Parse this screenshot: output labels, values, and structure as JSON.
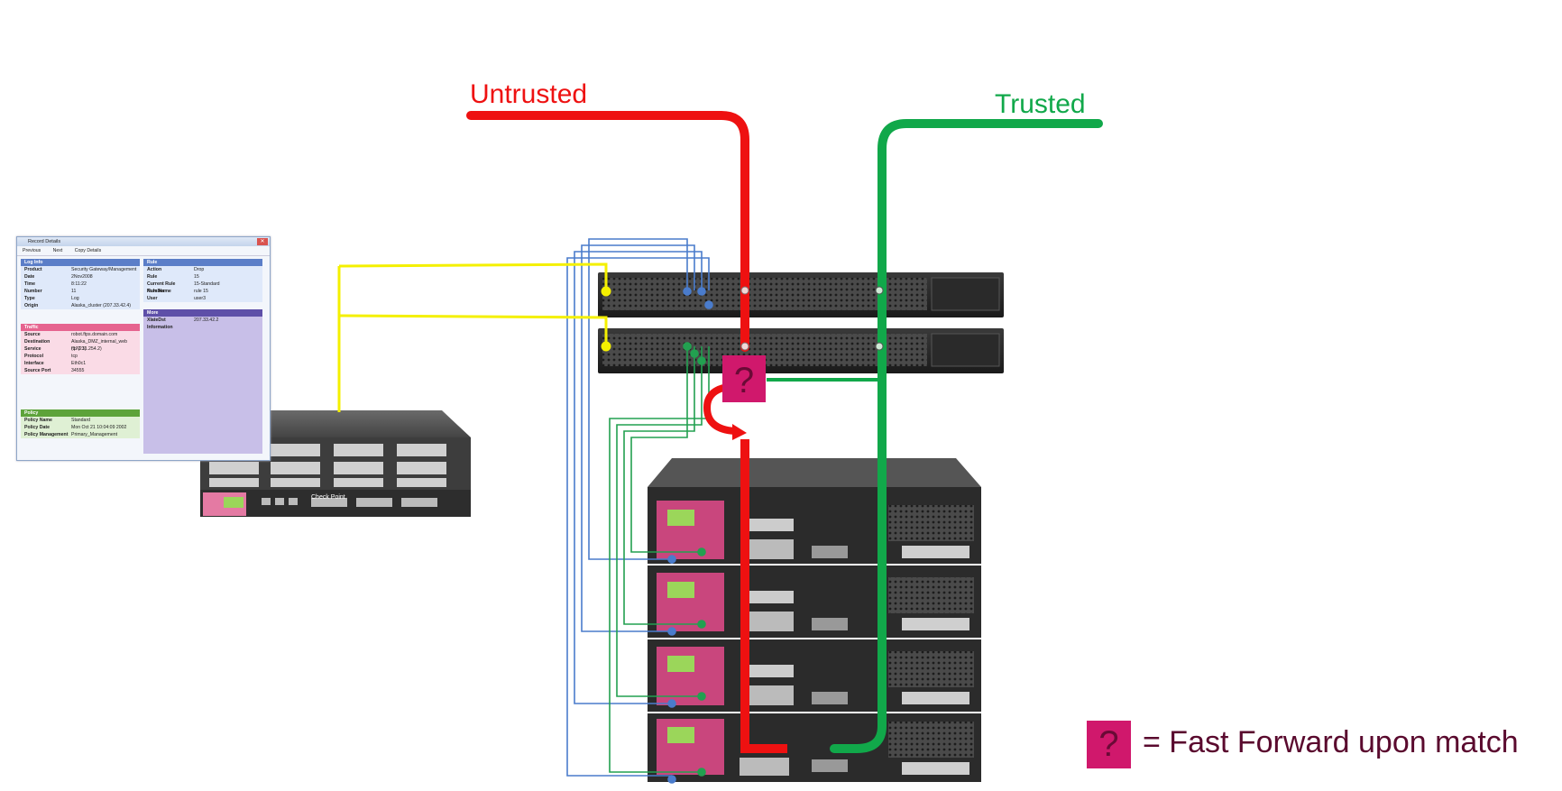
{
  "labels": {
    "untrusted": "Untrusted",
    "trusted": "Trusted"
  },
  "legend": {
    "symbol": "?",
    "text": "= Fast Forward upon match"
  },
  "colors": {
    "untrusted": "#ee1111",
    "trusted": "#11a84a",
    "log_link": "#f4f000",
    "blue_links": "#4a7ccc",
    "green_links": "#22a050",
    "match_box": "#d0186c"
  },
  "log_window": {
    "title": "Record Details",
    "toolbar": [
      "Previous",
      "Next",
      "Copy Details"
    ],
    "log_info": {
      "header": "Log Info",
      "rows": [
        {
          "k": "Product",
          "v": "Security Gateway/Management"
        },
        {
          "k": "Date",
          "v": "2Nov2008"
        },
        {
          "k": "Time",
          "v": "8:11:22"
        },
        {
          "k": "Number",
          "v": "11"
        },
        {
          "k": "Type",
          "v": "Log"
        },
        {
          "k": "Origin",
          "v": "Alaska_cluster (207.33.42.4)"
        }
      ]
    },
    "traffic": {
      "header": "Traffic",
      "rows": [
        {
          "k": "Source",
          "v": "robot.ftps.domain.com"
        },
        {
          "k": "Destination",
          "v": "Alaska_DMZ_internal_web (172.31.254.2)"
        },
        {
          "k": "Service",
          "v": "ftp (21)"
        },
        {
          "k": "Protocol",
          "v": "tcp"
        },
        {
          "k": "Interface",
          "v": "Eth0c1"
        },
        {
          "k": "Source Port",
          "v": "34555"
        }
      ]
    },
    "policy": {
      "header": "Policy",
      "rows": [
        {
          "k": "Policy Name",
          "v": "Standard"
        },
        {
          "k": "Policy Date",
          "v": "Mon Oct 21 10:04:09 2002"
        },
        {
          "k": "Policy Management",
          "v": "Primary_Management"
        }
      ]
    },
    "rule": {
      "header": "Rule",
      "rows": [
        {
          "k": "Action",
          "v": "Drop"
        },
        {
          "k": "Rule",
          "v": "15"
        },
        {
          "k": "Current Rule Number",
          "v": "15-Standard"
        },
        {
          "k": "Rule Name",
          "v": "rule 15"
        },
        {
          "k": "User",
          "v": "user3"
        }
      ]
    },
    "more": {
      "header": "More",
      "rows": [
        {
          "k": "XlateDst",
          "v": "207.33.42.2"
        },
        {
          "k": "Information",
          "v": ""
        }
      ]
    }
  },
  "appliance_brand": "Check Point"
}
